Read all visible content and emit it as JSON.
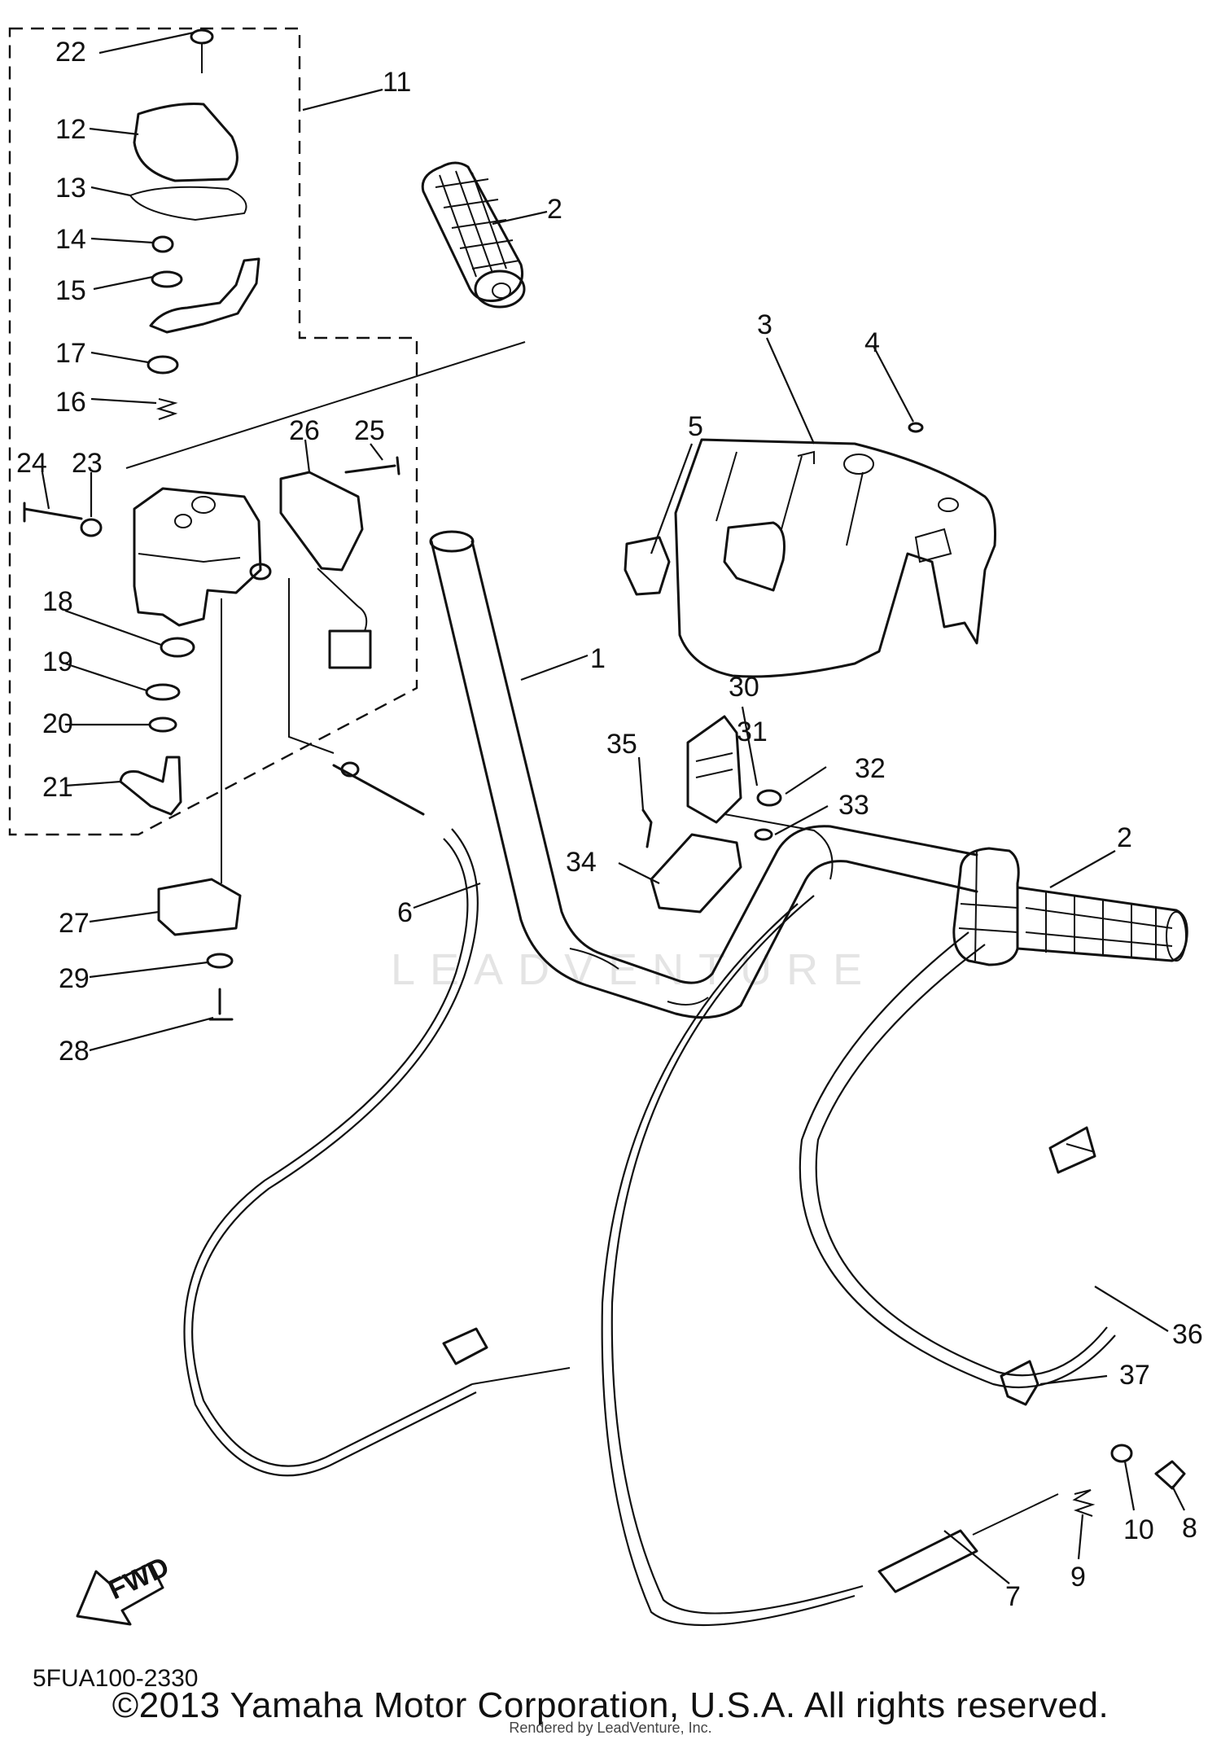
{
  "diagram": {
    "watermark": "LEADVENTURE",
    "catalog_code": "5FUA100-2330",
    "copyright": "©2013 Yamaha Motor Corporation, U.S.A. All rights reserved.",
    "renderer": "Rendered by LeadVenture, Inc.",
    "fwd_label": "FWD",
    "callouts": [
      "1",
      "2",
      "2",
      "3",
      "4",
      "5",
      "6",
      "7",
      "8",
      "9",
      "10",
      "11",
      "12",
      "13",
      "14",
      "15",
      "16",
      "17",
      "18",
      "19",
      "20",
      "21",
      "22",
      "23",
      "24",
      "25",
      "26",
      "27",
      "28",
      "29",
      "30",
      "31",
      "32",
      "33",
      "34",
      "35",
      "36",
      "37"
    ]
  }
}
